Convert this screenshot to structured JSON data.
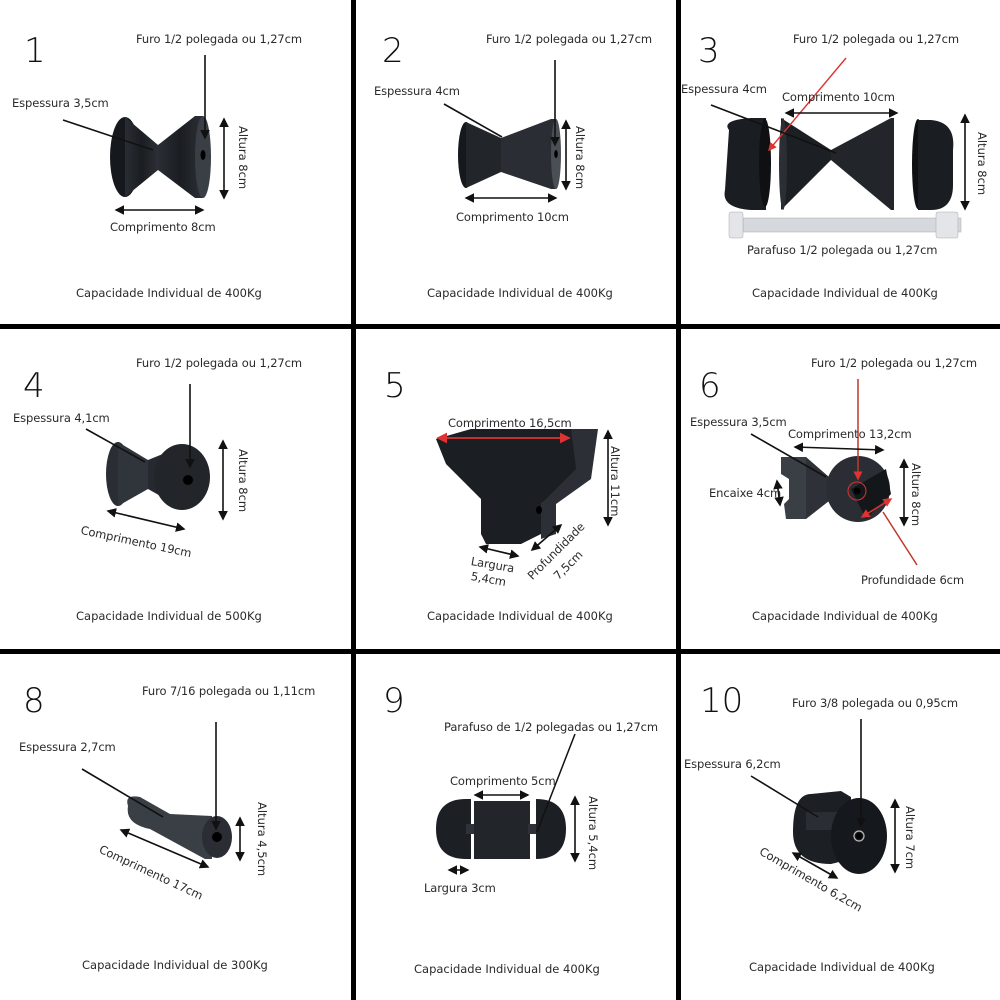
{
  "panels": [
    {
      "number": "1",
      "hole": "Furo 1/2 polegada ou 1,27cm",
      "thickness": "Espessura 3,5cm",
      "height": "Altura 8cm",
      "length": "Comprimento 8cm",
      "capacity": "Capacidade Individual de 400Kg"
    },
    {
      "number": "2",
      "hole": "Furo 1/2 polegada ou 1,27cm",
      "thickness": "Espessura 4cm",
      "height": "Altura 8cm",
      "length": "Comprimento 10cm",
      "capacity": "Capacidade Individual de 400Kg"
    },
    {
      "number": "3",
      "hole": "Furo 1/2 polegada ou 1,27cm",
      "thickness": "Espessura 4cm",
      "length": "Comprimento 10cm",
      "height": "Altura 8cm",
      "bolt": "Parafuso 1/2 polegada ou 1,27cm",
      "capacity": "Capacidade Individual de 400Kg"
    },
    {
      "number": "4",
      "hole": "Furo 1/2 polegada ou 1,27cm",
      "thickness": "Espessura 4,1cm",
      "height": "Altura 8cm",
      "length": "Comprimento 19cm",
      "capacity": "Capacidade Individual de 500Kg"
    },
    {
      "number": "5",
      "length": "Comprimento 16,5cm",
      "height": "Altura 11cm",
      "width_label": "Largura",
      "width_value": "5,4cm",
      "depth_label": "Profundidade",
      "depth_value": "7,5cm",
      "capacity": "Capacidade Individual de 400Kg"
    },
    {
      "number": "6",
      "hole": "Furo 1/2 polegada ou 1,27cm",
      "thickness": "Espessura 3,5cm",
      "length": "Comprimento 13,2cm",
      "fitting": "Encaixe 4cm",
      "height": "Altura 8cm",
      "depth": "Profundidade 6cm",
      "capacity": "Capacidade Individual de 400Kg"
    },
    {
      "number": "8",
      "hole": "Furo 7/16 polegada ou 1,11cm",
      "thickness": "Espessura 2,7cm",
      "height": "Altura 4,5cm",
      "length": "Comprimento 17cm",
      "capacity": "Capacidade Individual de 300Kg"
    },
    {
      "number": "9",
      "bolt": "Parafuso de 1/2 polegadas ou 1,27cm",
      "length": "Comprimento 5cm",
      "height": "Altura 5,4cm",
      "width": "Largura 3cm",
      "capacity": "Capacidade Individual de 400Kg"
    },
    {
      "number": "10",
      "hole": "Furo 3/8 polegada ou 0,95cm",
      "thickness": "Espessura 6,2cm",
      "height": "Altura 7cm",
      "length": "Comprimento 6,2cm",
      "capacity": "Capacidade Individual de 400Kg"
    }
  ],
  "colors": {
    "grid": "#000000",
    "rubber": "#1c1f24",
    "annotation_red": "#c0392b",
    "text": "#2a2a2a"
  }
}
